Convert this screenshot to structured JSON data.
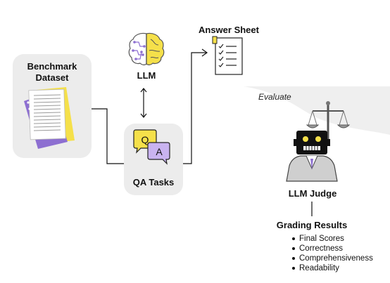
{
  "dataset": {
    "title": "Benchmark\nDataset"
  },
  "llm": {
    "label": "LLM"
  },
  "qa": {
    "label": "QA Tasks",
    "q_letter": "Q",
    "a_letter": "A"
  },
  "answer_sheet": {
    "label": "Answer Sheet"
  },
  "evaluate": {
    "label": "Evaluate"
  },
  "judge": {
    "label": "LLM Judge"
  },
  "grading": {
    "title": "Grading Results",
    "items": [
      "Final Scores",
      "Correctness",
      "Comprehensiveness",
      "Readability"
    ]
  },
  "colors": {
    "accent_yellow": "#f5e04a",
    "accent_purple": "#8d6fd1",
    "card_gray": "#ececec",
    "line": "#111111"
  }
}
